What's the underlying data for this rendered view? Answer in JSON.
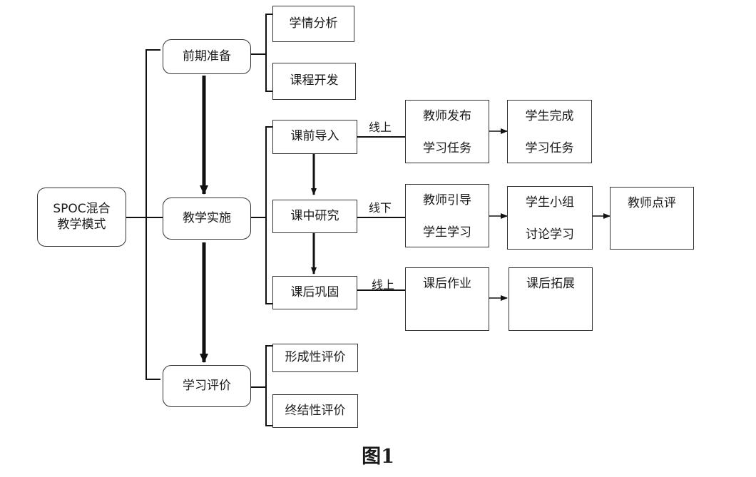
{
  "root": "SPOC混合\n教学模式",
  "phases": {
    "prep": "前期准备",
    "impl": "教学实施",
    "eval": "学习评价"
  },
  "prep_items": [
    "学情分析",
    "课程开发"
  ],
  "stages": {
    "pre": "课前导入",
    "mid": "课中研究",
    "post": "课后巩固"
  },
  "modes": {
    "pre": "线上",
    "mid": "线下",
    "post": "线上"
  },
  "pre_flow": {
    "teacher_line1": "教师发布",
    "teacher_line2": "学习任务",
    "student_line1": "学生完成",
    "student_line2": "学习任务"
  },
  "mid_flow": {
    "teacher_line1": "教师引导",
    "teacher_line2": "学生学习",
    "student_line1": "学生小组",
    "student_line2": "讨论学习",
    "review": "教师点评"
  },
  "post_flow": {
    "homework": "课后作业",
    "extension": "课后拓展"
  },
  "eval_items": [
    "形成性评价",
    "终结性评价"
  ],
  "caption": "图1"
}
